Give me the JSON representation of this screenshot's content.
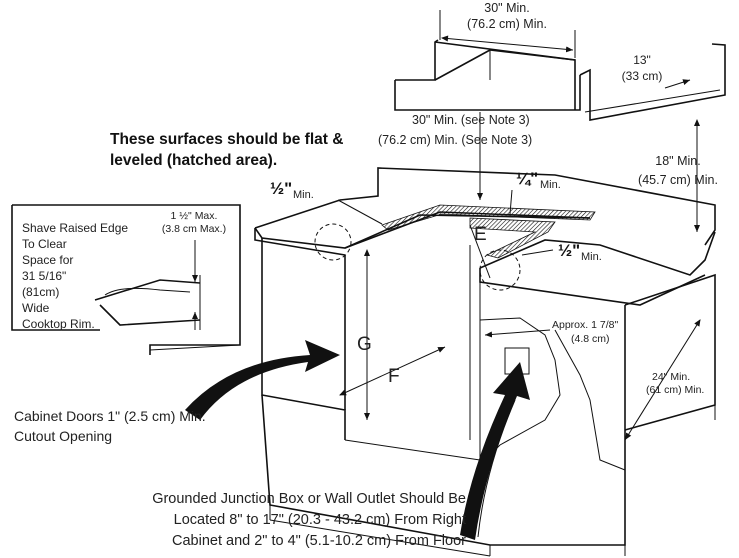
{
  "labels": {
    "top_width_in": "30\" Min.",
    "top_width_cm": "(76.2 cm) Min.",
    "top_side_in": "13\"",
    "top_side_cm": "(33 cm)",
    "heading_line1": "These surfaces  should be flat &",
    "heading_line2": "leveled (hatched area).",
    "vertical_in": "30\" Min. (see Note 3)",
    "vertical_cm": "(76.2 cm) Min. (See Note 3)",
    "upper_min_in": "18\" Min.",
    "upper_min_cm": "(45.7 cm) Min.",
    "half_inch_left": "½\"",
    "min_left": "Min.",
    "quarter_inch": "¼\"",
    "min_quarter": "Min.",
    "half_inch_right": "½\"",
    "min_right": "Min.",
    "letter_e": "E",
    "letter_g": "G",
    "letter_f": "F",
    "inset_line1": "Shave Raised Edge",
    "inset_line2": "To Clear",
    "inset_line3": "Space for",
    "inset_line4": "31 5/16\"",
    "inset_line5": "(81cm)",
    "inset_line6": "Wide",
    "inset_line7": "Cooktop Rim.",
    "max_edge_in": "1 ½\" Max.",
    "max_edge_cm": "(3.8 cm Max.)",
    "approx_in": "Approx. 1 7/8\"",
    "approx_cm": "(4.8 cm)",
    "side_min_in": "24\" Min.",
    "side_min_cm": "(61 cm) Min.",
    "doors_line1": "Cabinet Doors 1\" (2.5 cm) Min.",
    "doors_line2": "Cutout Opening",
    "junction_line1": "Grounded Junction Box or Wall Outlet Should Be",
    "junction_line2": "Located 8\" to 17\" (20.3 - 43.2 cm) From Right",
    "junction_line3": "Cabinet and 2\" to 4\" (5.1-10.2 cm) From Floor"
  }
}
